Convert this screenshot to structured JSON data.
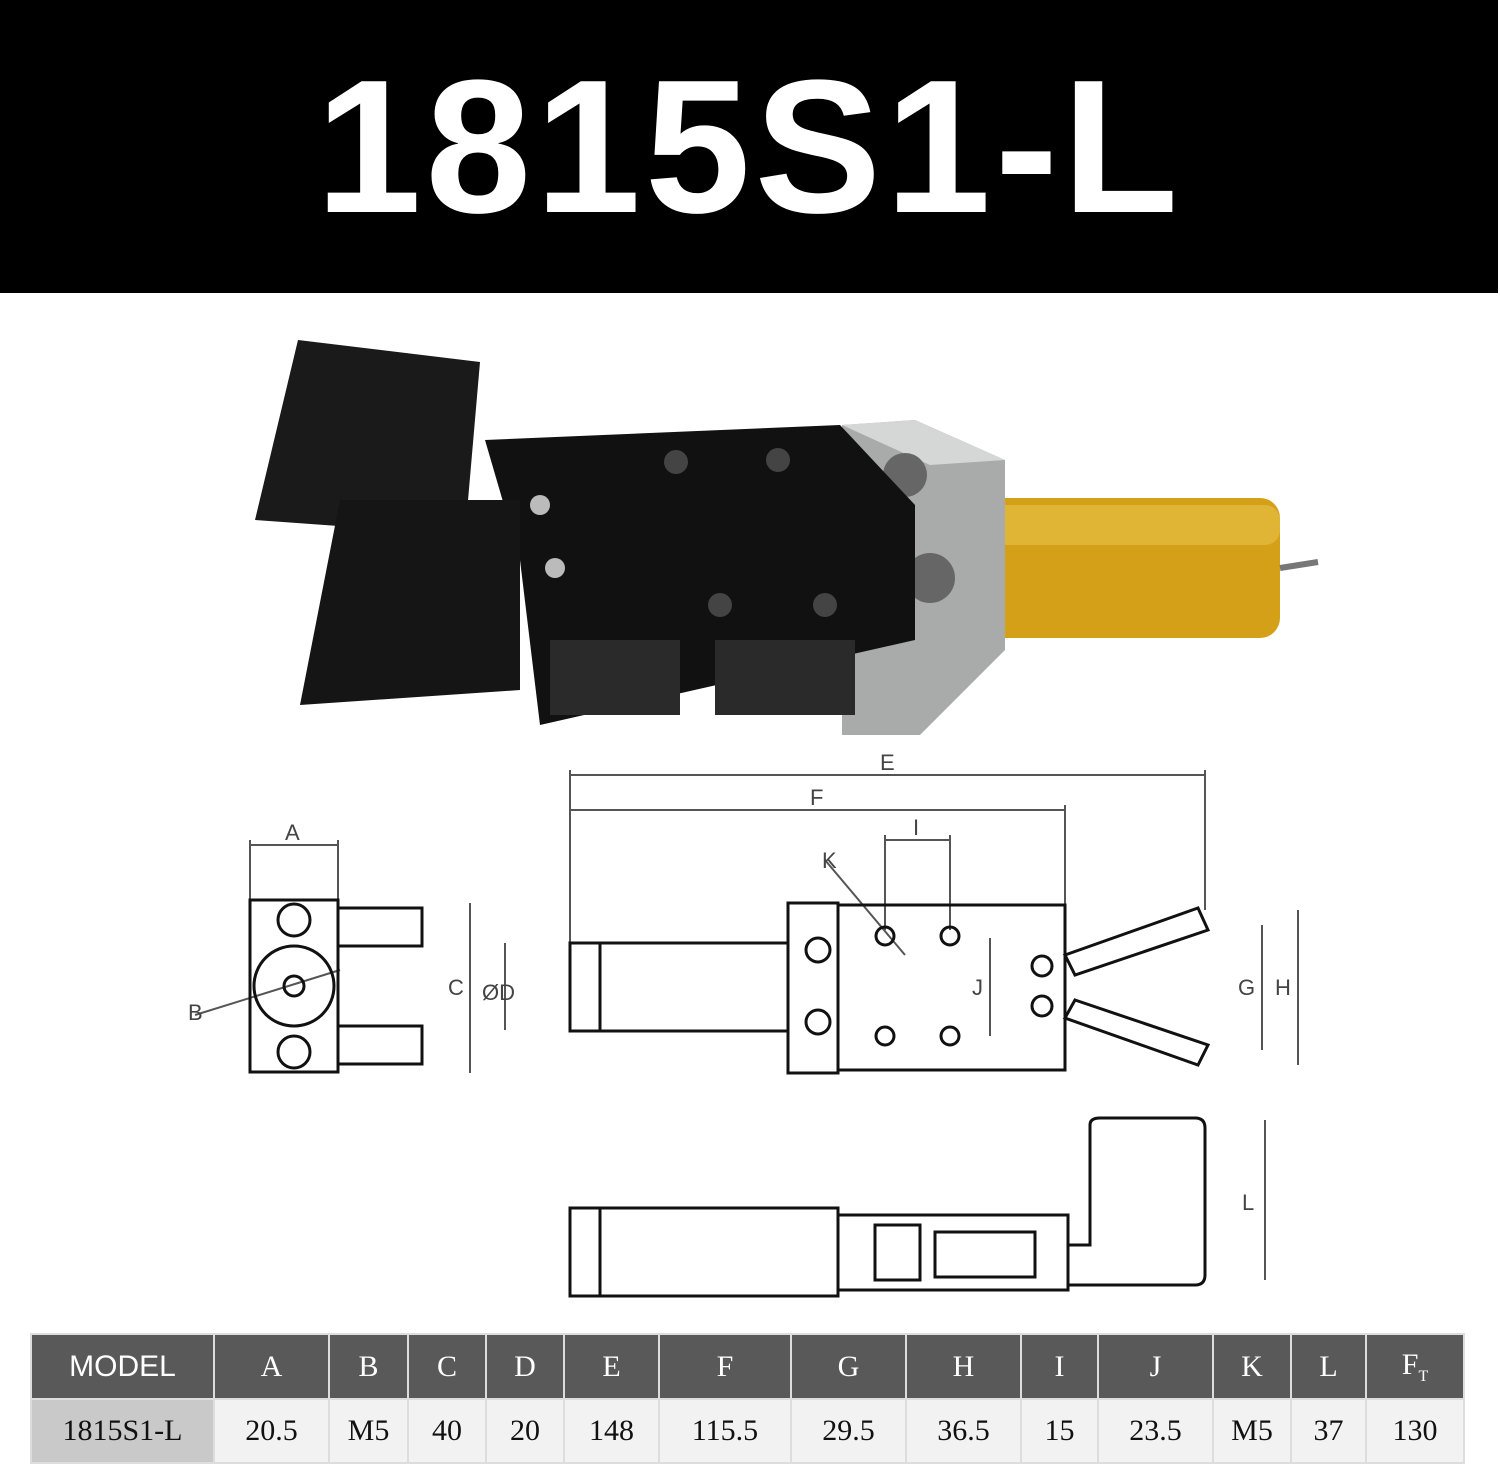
{
  "title": "1815S1-L",
  "drawing_labels": {
    "E": "E",
    "F": "F",
    "I": "I",
    "K": "K",
    "A": "A",
    "B": "B",
    "C": "C",
    "D": "ØD",
    "J": "J",
    "G": "G",
    "H": "H",
    "L": "L"
  },
  "table": {
    "headers": [
      "MODEL",
      "A",
      "B",
      "C",
      "D",
      "E",
      "F",
      "G",
      "H",
      "I",
      "J",
      "K",
      "L",
      "F"
    ],
    "last_header_sub": "T",
    "row": [
      "1815S1-L",
      "20.5",
      "M5",
      "40",
      "20",
      "148",
      "115.5",
      "29.5",
      "36.5",
      "15",
      "23.5",
      "M5",
      "37",
      "130"
    ]
  }
}
